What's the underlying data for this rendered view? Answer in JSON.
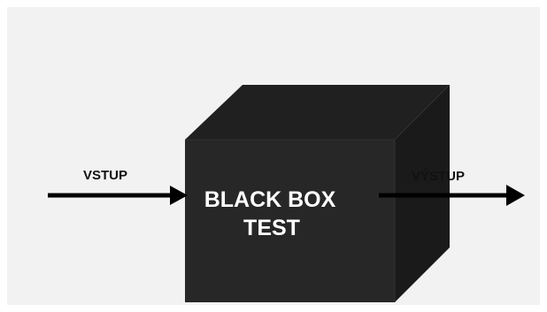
{
  "diagram": {
    "input_label": "VSTUP",
    "output_label": "VÝSTUP",
    "box_title_line1": "BLACK BOX",
    "box_title_line2": "TEST"
  },
  "colors": {
    "background": "#f2f2f2",
    "box_front": "#272727",
    "box_top": "#202020",
    "box_side": "#1a1a1a",
    "arrow": "#000000",
    "label_text": "#111111",
    "box_text": "#ffffff"
  },
  "icons": {
    "input_arrow": "right-arrow-icon",
    "output_arrow": "right-arrow-icon"
  }
}
